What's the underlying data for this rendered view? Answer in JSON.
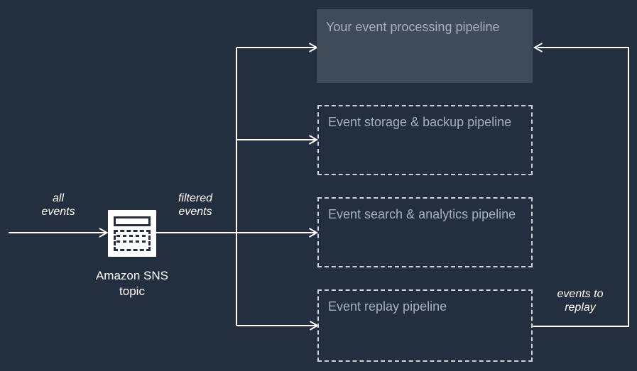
{
  "colors": {
    "bg": "#232f3e",
    "box-fill": "#404b5a",
    "box-text": "#a6b0bb",
    "dash-border": "#ccd2d8",
    "line": "#ffffff",
    "icon-ink": "#232f3e",
    "icon-bg": "#ffffff"
  },
  "source": {
    "name": "Amazon SNS topic",
    "icon": "sns-topic-icon",
    "label_line1": "Amazon SNS",
    "label_line2": "topic"
  },
  "edge_labels": {
    "inflow_line1": "all",
    "inflow_line2": "events",
    "outflow_line1": "filtered",
    "outflow_line2": "events",
    "replay_line1": "events to",
    "replay_line2": "replay"
  },
  "pipelines": [
    {
      "label": "Your event processing pipeline",
      "style": "solid"
    },
    {
      "label": "Event storage & backup pipeline",
      "style": "dashed"
    },
    {
      "label": "Event search & analytics pipeline",
      "style": "dashed"
    },
    {
      "label": "Event replay pipeline",
      "style": "dashed"
    }
  ]
}
